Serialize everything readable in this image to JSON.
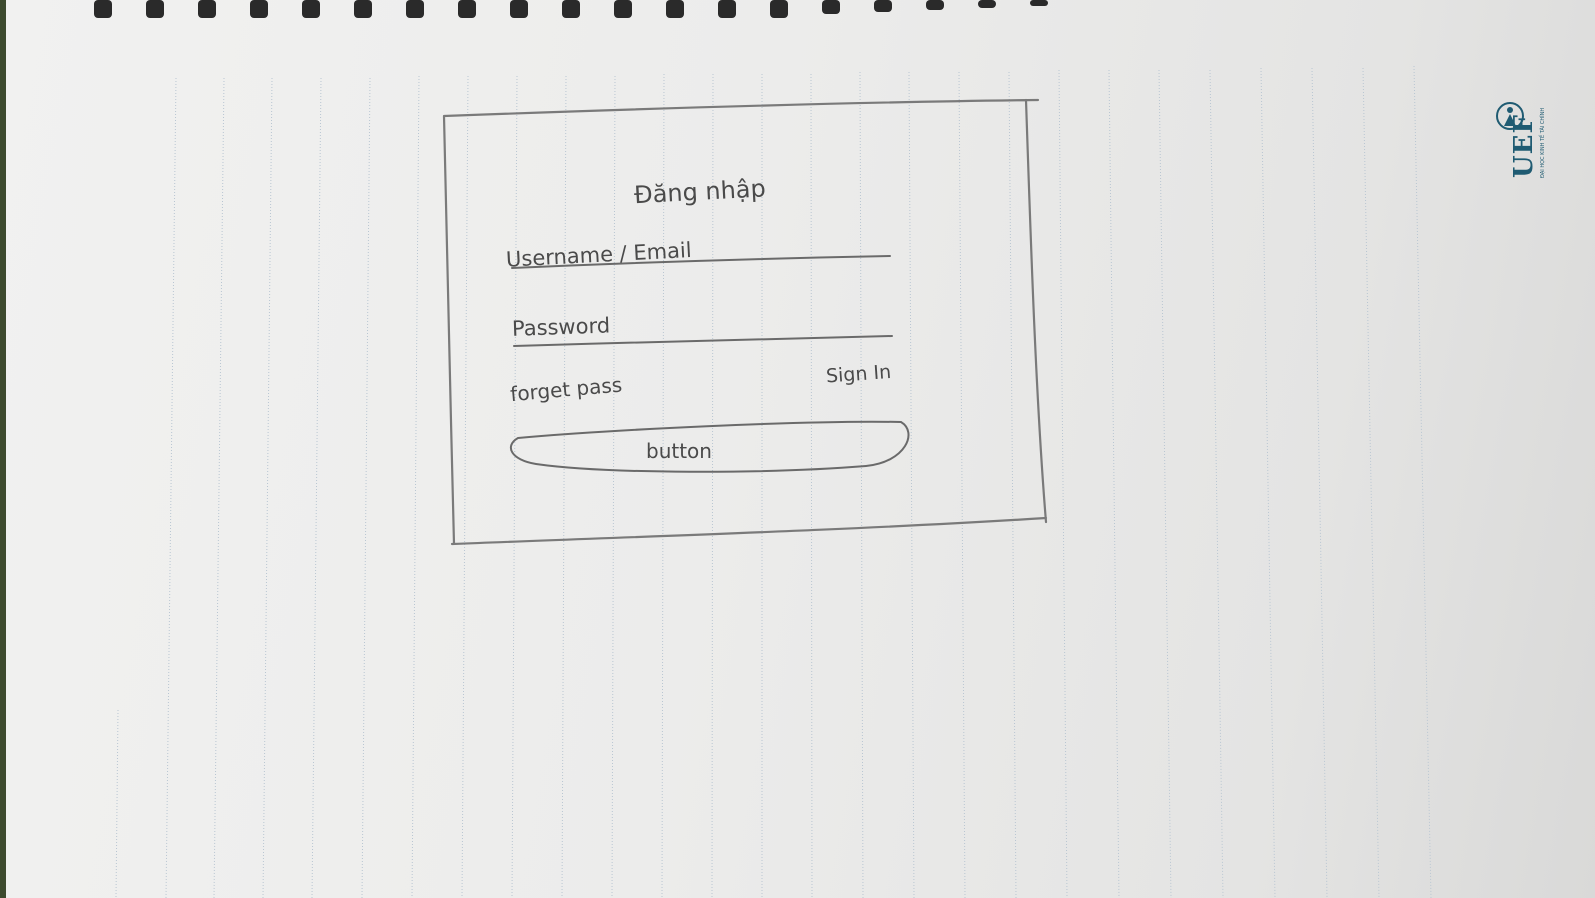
{
  "sketch": {
    "title": "Đăng nhập",
    "username_label": "Username / Email",
    "password_label": "Password",
    "forgot_label": "forget pass",
    "signin_label": "Sign In",
    "button_label": "button"
  },
  "logo": {
    "name": "UEF",
    "subtitle": "ĐẠI HỌC KINH TẾ TÀI CHÍNH",
    "icon": "uef-emblem-icon"
  },
  "colors": {
    "pencil": "#4a4a4a",
    "paper": "#ececeb",
    "rule_lines": "#b9c6d2",
    "logo": "#1f5b72"
  }
}
